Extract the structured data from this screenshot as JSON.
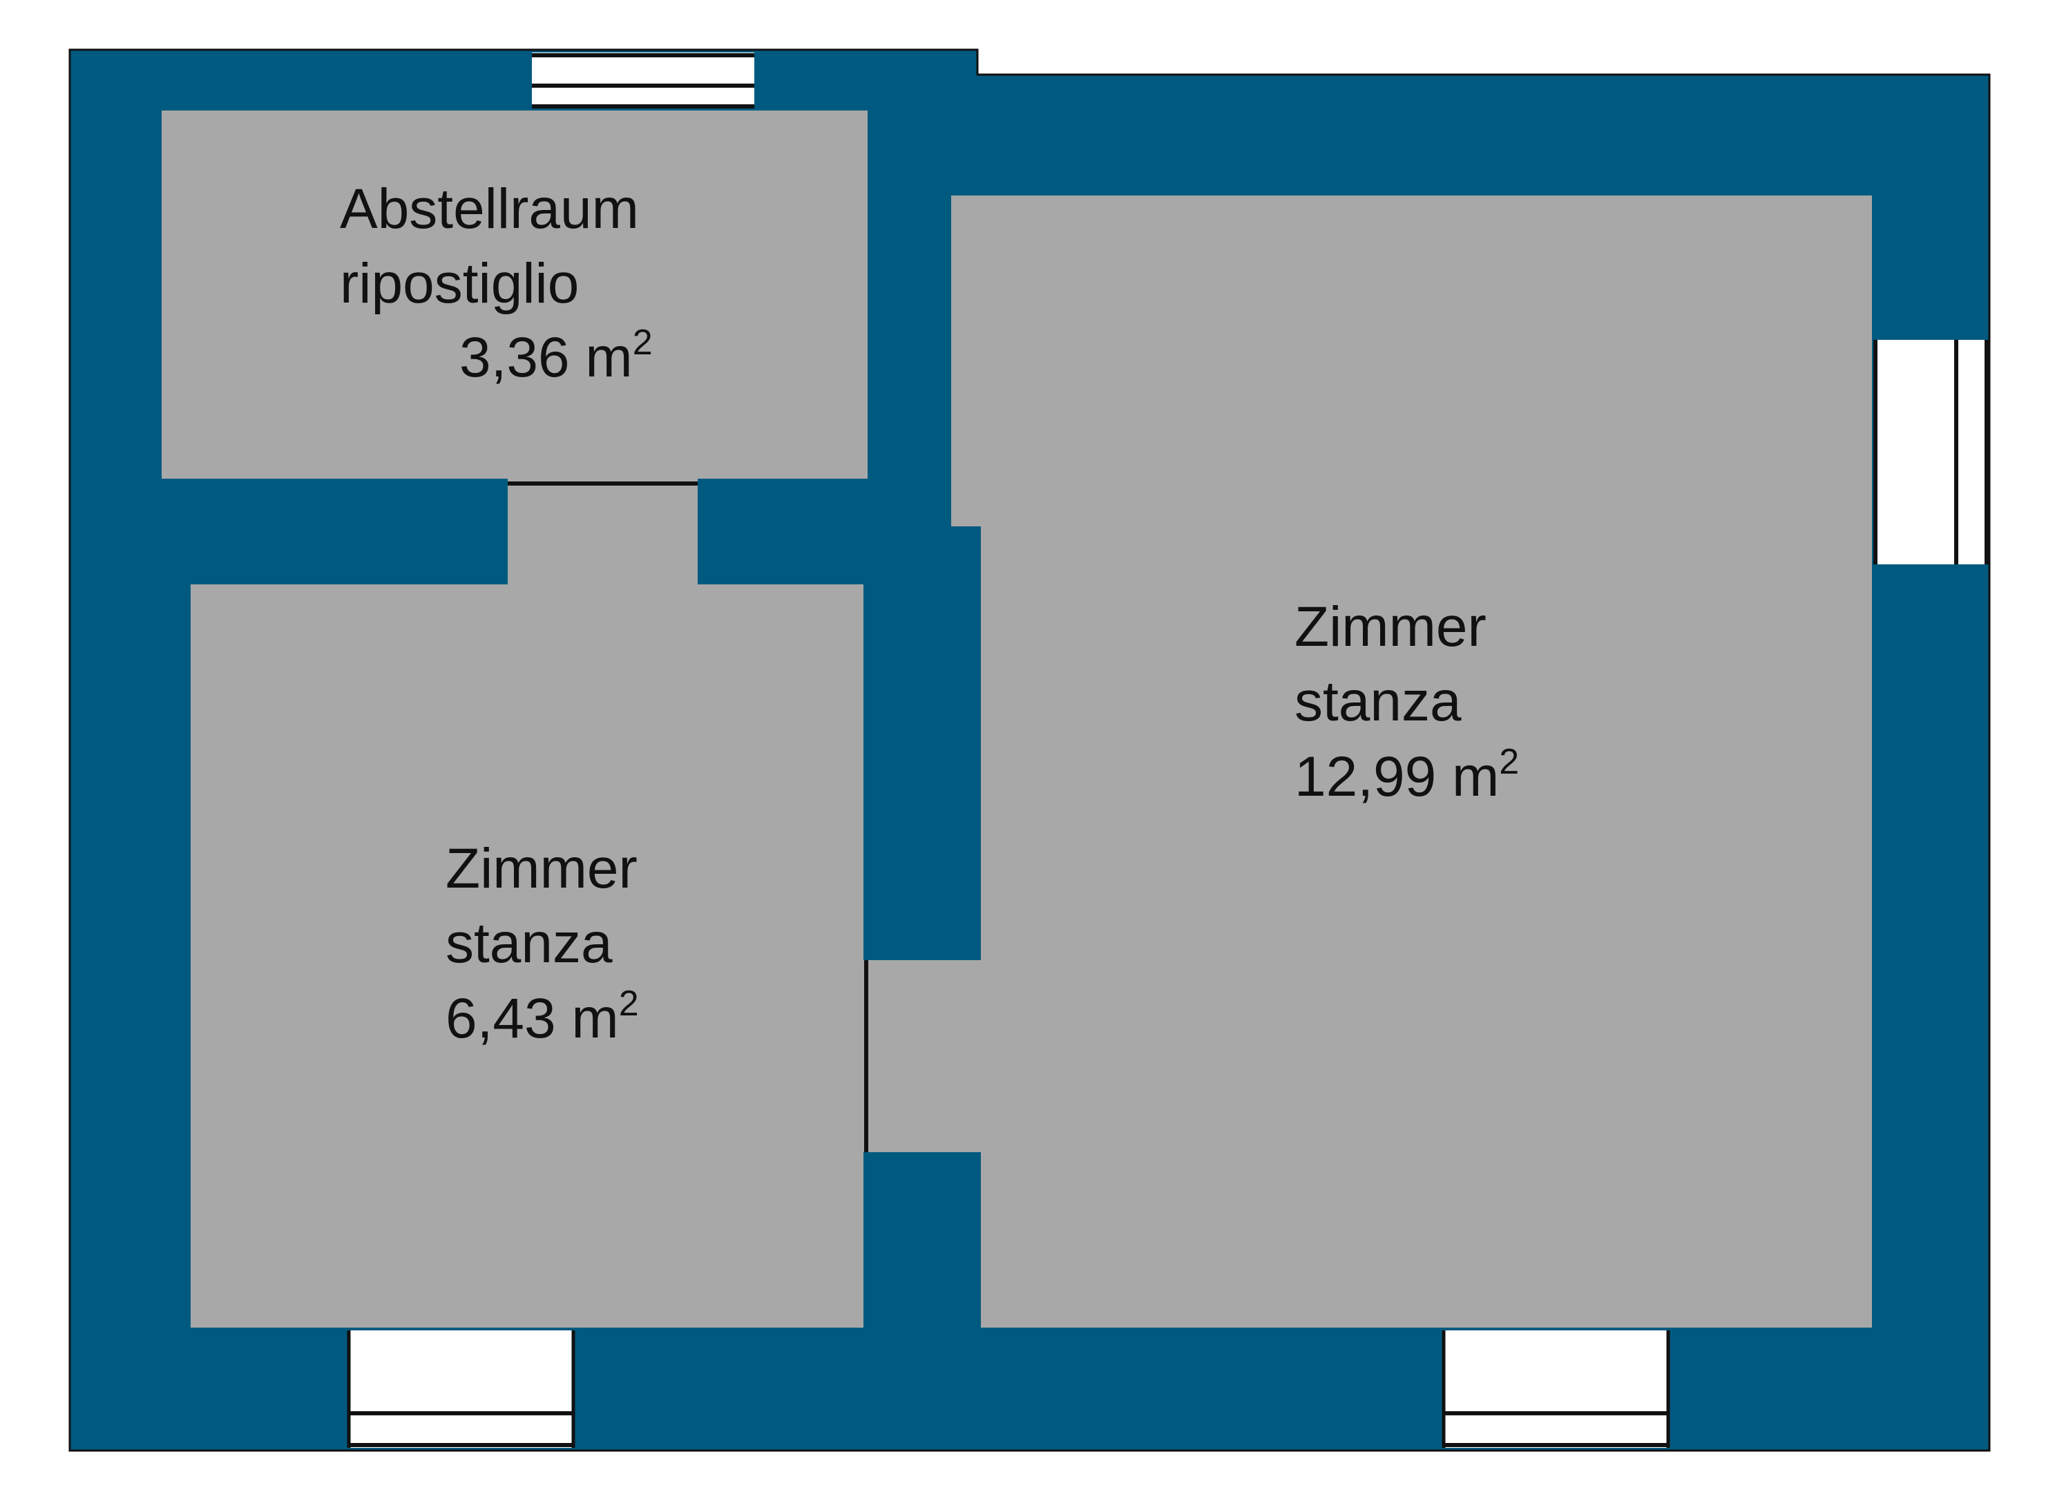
{
  "colors": {
    "wall": "#005a80",
    "floor": "#a8a8a8",
    "window_fill": "#ffffff",
    "outline": "#111111",
    "text": "#111111"
  },
  "rooms": {
    "storage": {
      "name_de": "Abstellraum",
      "name_it": "ripostiglio",
      "area_value": "3,36 m",
      "area_sup": "2"
    },
    "room_small": {
      "name_de": "Zimmer",
      "name_it": "stanza",
      "area_value": "6,43 m",
      "area_sup": "2"
    },
    "room_large": {
      "name_de": "Zimmer",
      "name_it": "stanza",
      "area_value": "12,99 m",
      "area_sup": "2"
    }
  }
}
